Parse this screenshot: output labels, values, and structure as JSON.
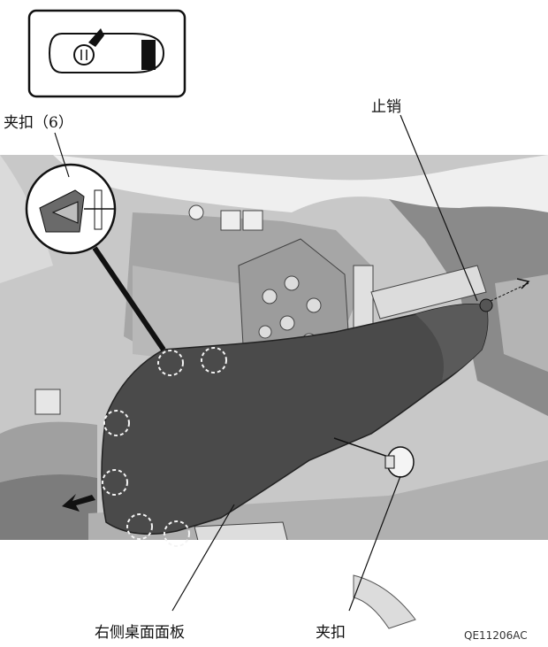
{
  "labels": {
    "clip_six": "夹扣（6）",
    "stop_pin": "止销",
    "right_panel": "右侧桌面面板",
    "clip": "夹扣",
    "figure_code": "QE11206AC"
  },
  "colors": {
    "panel": "#4a4a4a",
    "interior": "#d2d2d2",
    "dash_light": "#f4f4f4",
    "line": "#111111"
  },
  "icons": {
    "inset": "vehicle-top-view-icon",
    "clip": "clip-detail-icon",
    "arrow": "removal-direction-arrow-icon"
  }
}
